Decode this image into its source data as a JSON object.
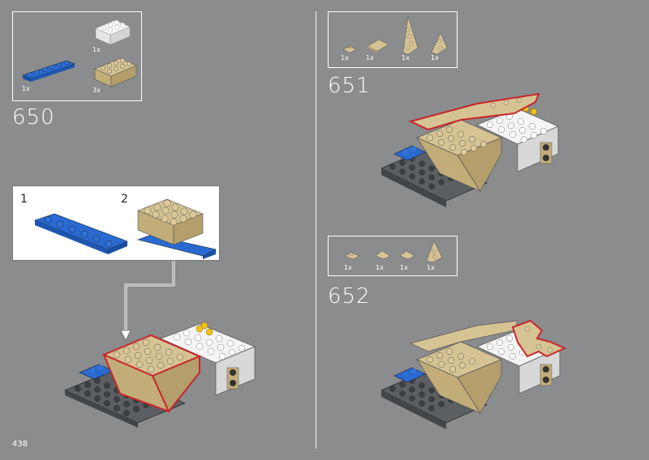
{
  "page_number": "438",
  "steps": [
    {
      "number": "650",
      "parts": [
        {
          "qty": "1x",
          "name": "white brick 2x3"
        },
        {
          "qty": "1x",
          "name": "blue plate 1x6"
        },
        {
          "qty": "3x",
          "name": "tan brick 2x4"
        }
      ]
    },
    {
      "number": "651",
      "parts": [
        {
          "qty": "1x",
          "name": "tan slope small"
        },
        {
          "qty": "1x",
          "name": "tan tile 2x2"
        },
        {
          "qty": "1x",
          "name": "tan wedge plate long"
        },
        {
          "qty": "1x",
          "name": "tan wedge plate short"
        }
      ]
    },
    {
      "number": "652",
      "parts": [
        {
          "qty": "1x",
          "name": "tan slope 1x1"
        },
        {
          "qty": "1x",
          "name": "tan tooth 1x1"
        },
        {
          "qty": "1x",
          "name": "tan tooth 1x1 b"
        },
        {
          "qty": "1x",
          "name": "tan wedge plate"
        }
      ]
    }
  ],
  "substeps": [
    {
      "number": "1"
    },
    {
      "number": "2"
    }
  ],
  "colors": {
    "tan": "#d6c393",
    "white": "#f4f4f4",
    "blue": "#1f5bbf",
    "gray": "#6b6e71",
    "yellow": "#f2c21b",
    "outline": "#c8262b"
  }
}
